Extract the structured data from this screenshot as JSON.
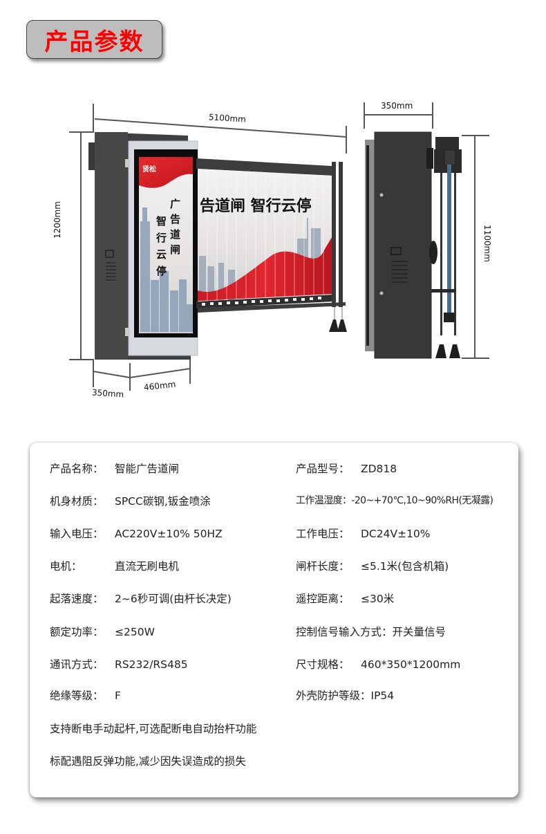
{
  "header": {
    "title": "产品参数"
  },
  "diagram": {
    "front_view": {
      "width_label": "5100mm",
      "height_label": "1200mm",
      "depth_label": "350mm",
      "cabinet_width_label": "460mm",
      "screen": {
        "logo": "贤松",
        "vertical_text_right": "广告道闸",
        "vertical_text_left": "智行云停"
      },
      "fence_banner_text": "告道闸  智行云停"
    },
    "side_view": {
      "width_label": "350mm",
      "height_label": "1100mm"
    },
    "colors": {
      "cabinet": "#3d3d3d",
      "frame": "#d4d8dc",
      "banner_red": "#d8222a",
      "dimension_line": "#555555"
    }
  },
  "specs": {
    "left": [
      {
        "label": "产品名称：",
        "value": "智能广告道闸"
      },
      {
        "label": "机身材质：",
        "value": "SPCC碳钢,钣金喷涂"
      },
      {
        "label": "输入电压：",
        "value": "AC220V±10% 50HZ"
      },
      {
        "label": "电机：",
        "value": "直流无刷电机"
      },
      {
        "label": "起落速度：",
        "value": "2~6秒可调(由杆长决定)"
      },
      {
        "label": "额定功率：",
        "value": "≤250W"
      },
      {
        "label": "通讯方式：",
        "value": "RS232/RS485"
      },
      {
        "label": "绝缘等级：",
        "value": "F"
      }
    ],
    "right": [
      {
        "label": "产品型号：",
        "value": "ZD818"
      },
      {
        "label": "工作温湿度：",
        "value": "-20~+70℃,10~90%RH(无凝露)"
      },
      {
        "label": "工作电压：",
        "value": "DC24V±10%"
      },
      {
        "label": "闸杆长度：",
        "value": "≤5.1米(包含机箱)"
      },
      {
        "label": "遥控距离：",
        "value": "≤30米"
      },
      {
        "label": "控制信号输入方式：",
        "value": "开关量信号"
      },
      {
        "label": "尺寸规格：",
        "value": "460*350*1200mm"
      },
      {
        "label": "外壳防护等级：",
        "value": "IP54"
      }
    ],
    "notes": [
      "支持断电手动起杆,可选配断电自动抬杆功能",
      "标配遇阻反弹功能,减少因失误造成的损失"
    ]
  }
}
